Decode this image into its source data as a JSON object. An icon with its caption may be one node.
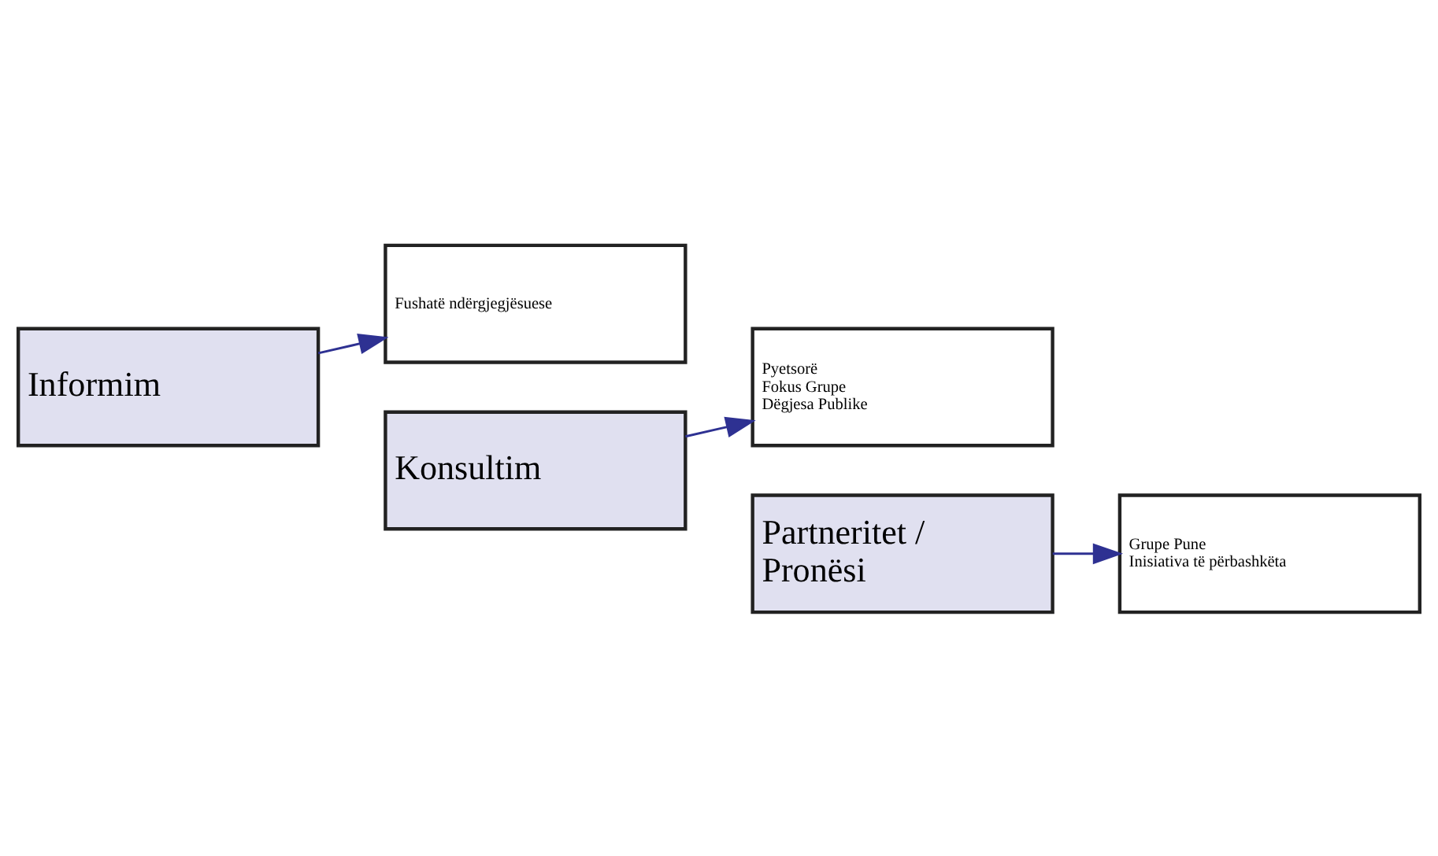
{
  "diagram": {
    "nodes": [
      {
        "text": [
          "Informim"
        ]
      },
      {
        "text": [
          "Fushatë ndërgjegjësuese"
        ]
      },
      {
        "text": [
          "Konsultim"
        ]
      },
      {
        "text": [
          "Pyetsorë",
          "Fokus Grupe",
          "Dëgjesa Publike"
        ]
      },
      {
        "text": [
          "Partneritet / Pronësi"
        ]
      },
      {
        "text": [
          "Grupe Pune",
          "Inisiativa të përbashkëta"
        ]
      }
    ],
    "edges": [
      {
        "from": 0,
        "to": 1,
        "arrow": "to"
      },
      {
        "from": 2,
        "to": 3,
        "arrow": "to"
      },
      {
        "from": 4,
        "to": 5,
        "arrow": "to"
      }
    ]
  }
}
